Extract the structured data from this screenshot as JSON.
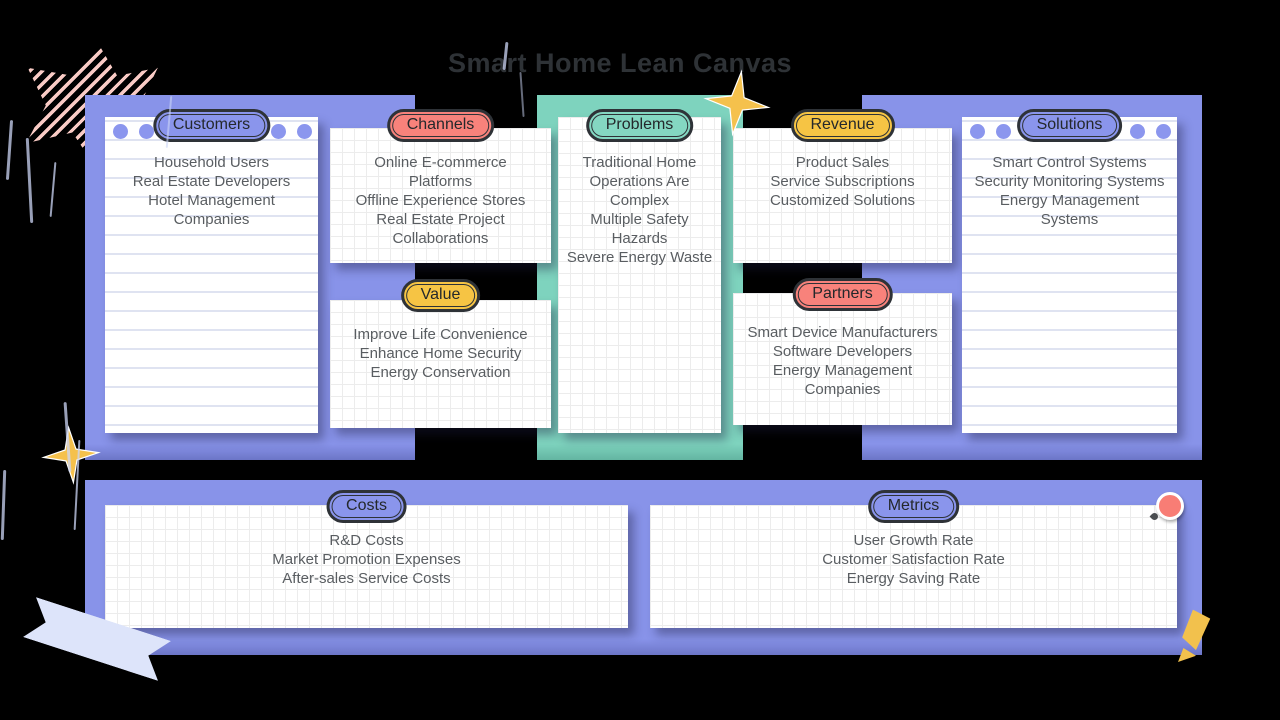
{
  "title": "Smart Home Lean Canvas",
  "cards": {
    "customers": {
      "label": "Customers",
      "items": [
        "Household Users",
        "Real Estate Developers",
        "Hotel Management\nCompanies"
      ]
    },
    "channels": {
      "label": "Channels",
      "items": [
        "Online E-commerce\nPlatforms",
        "Offline Experience Stores",
        "Real Estate Project\nCollaborations"
      ]
    },
    "value": {
      "label": "Value",
      "items": [
        "Improve Life Convenience",
        "Enhance Home Security",
        "Energy Conservation"
      ]
    },
    "problems": {
      "label": "Problems",
      "items": [
        "Traditional Home\nOperations Are\nComplex",
        "Multiple Safety\nHazards",
        "Severe Energy Waste"
      ]
    },
    "revenue": {
      "label": "Revenue",
      "items": [
        "Product Sales",
        "Service Subscriptions",
        "Customized Solutions"
      ]
    },
    "partners": {
      "label": "Partners",
      "items": [
        "Smart Device Manufacturers",
        "Software Developers",
        "Energy Management\nCompanies"
      ]
    },
    "solutions": {
      "label": "Solutions",
      "items": [
        "Smart Control Systems",
        "Security Monitoring Systems",
        "Energy Management\nSystems"
      ]
    },
    "costs": {
      "label": "Costs",
      "items": [
        "R&D Costs",
        "Market Promotion Expenses",
        "After-sales Service Costs"
      ]
    },
    "metrics": {
      "label": "Metrics",
      "items": [
        "User Growth Rate",
        "Customer Satisfaction Rate",
        "Energy Saving Rate"
      ]
    }
  },
  "colors": {
    "background": "#000000",
    "block_purple": "#8893e9",
    "block_teal": "#7ed3be",
    "pill_periwinkle": "#8a95ec",
    "pill_coral": "#f8827b",
    "pill_teal": "#84d7c2",
    "pill_yellow": "#f6c444",
    "card_text": "#595d61",
    "pill_outline": "#2e3237",
    "title_text": "#2e3236",
    "star_yellow": "#f5c14c",
    "pin_red": "#f87d75",
    "ribbon_blue": "#dde4fa",
    "hatch_pink": "#f9cbc5"
  },
  "decorations": {
    "pin": "pushpin-icon",
    "star_large": "sparkle-star-icon",
    "star_small": "sparkle-star-icon",
    "pencil": "pencil-shard-icon",
    "ribbon": "ribbon-banner",
    "hatch": "hatched-star"
  }
}
